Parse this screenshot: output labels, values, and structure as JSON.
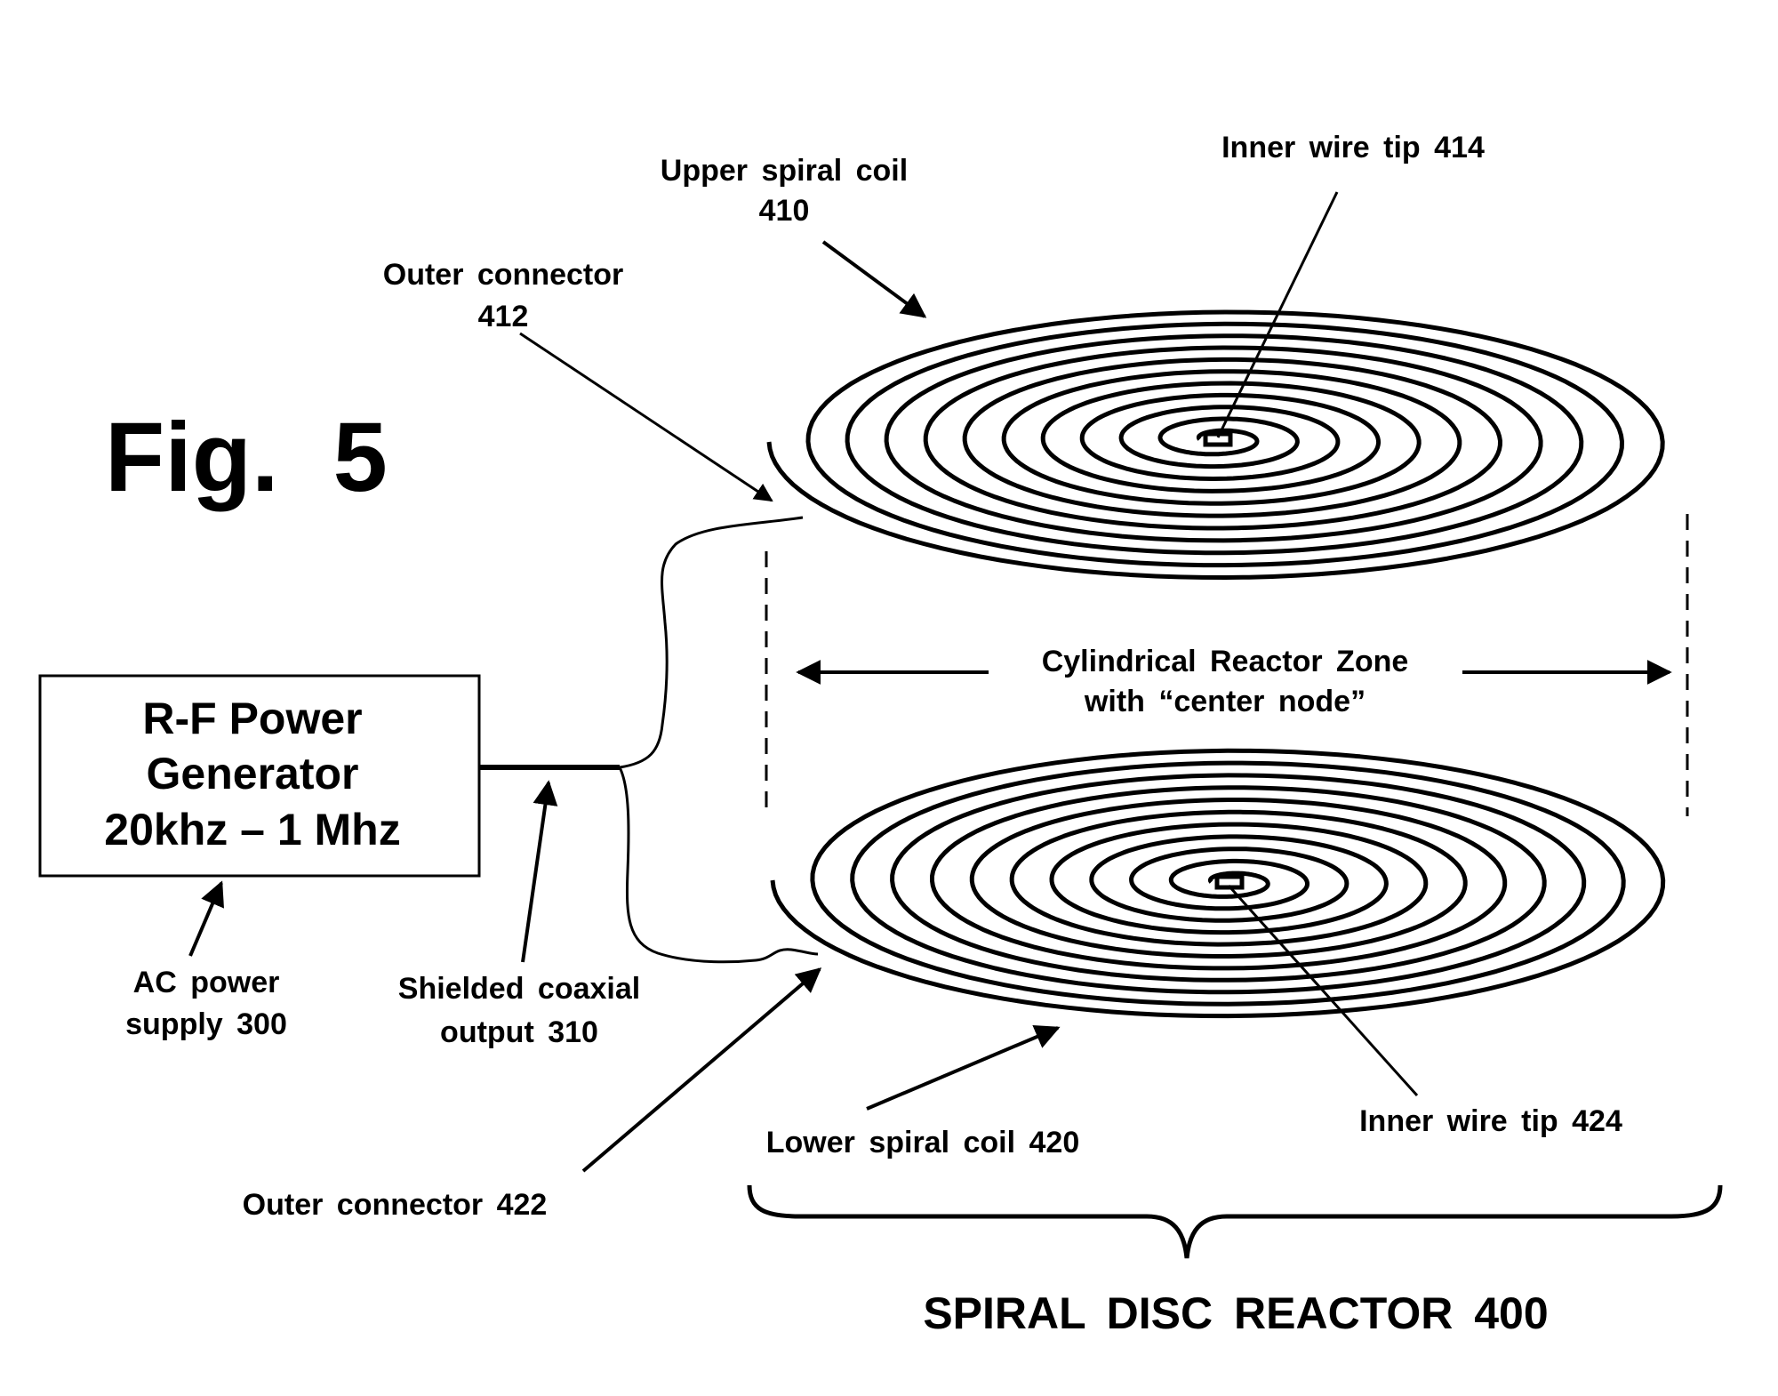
{
  "figure": {
    "title": "Fig.  5",
    "ink_color": "#000000",
    "background_color": "#ffffff"
  },
  "generator_box": {
    "lines": [
      "R-F Power",
      "Generator",
      "20khz – 1 Mhz"
    ]
  },
  "labels": {
    "upper_coil": [
      "Upper spiral coil",
      "410"
    ],
    "outer_connector_412": [
      "Outer connector",
      "412"
    ],
    "inner_tip_414": "Inner wire tip 414",
    "reactor_zone": [
      "Cylindrical Reactor Zone",
      "with “center node”"
    ],
    "ac_power": [
      "AC power",
      "supply 300"
    ],
    "coax_output": [
      "Shielded coaxial",
      "output 310"
    ],
    "outer_connector_422": "Outer connector 422",
    "lower_coil": "Lower spiral coil 420",
    "inner_tip_424": "Inner wire tip 424",
    "reactor_title": "SPIRAL DISC REACTOR 400"
  },
  "coils": {
    "upper": {
      "name": "Upper spiral coil",
      "ref": "410",
      "turns": 11
    },
    "lower": {
      "name": "Lower spiral coil",
      "ref": "420",
      "turns": 11
    }
  },
  "icons": {
    "arrow": "filled-triangle-arrowhead",
    "brace": "horizontal-curly-brace"
  }
}
